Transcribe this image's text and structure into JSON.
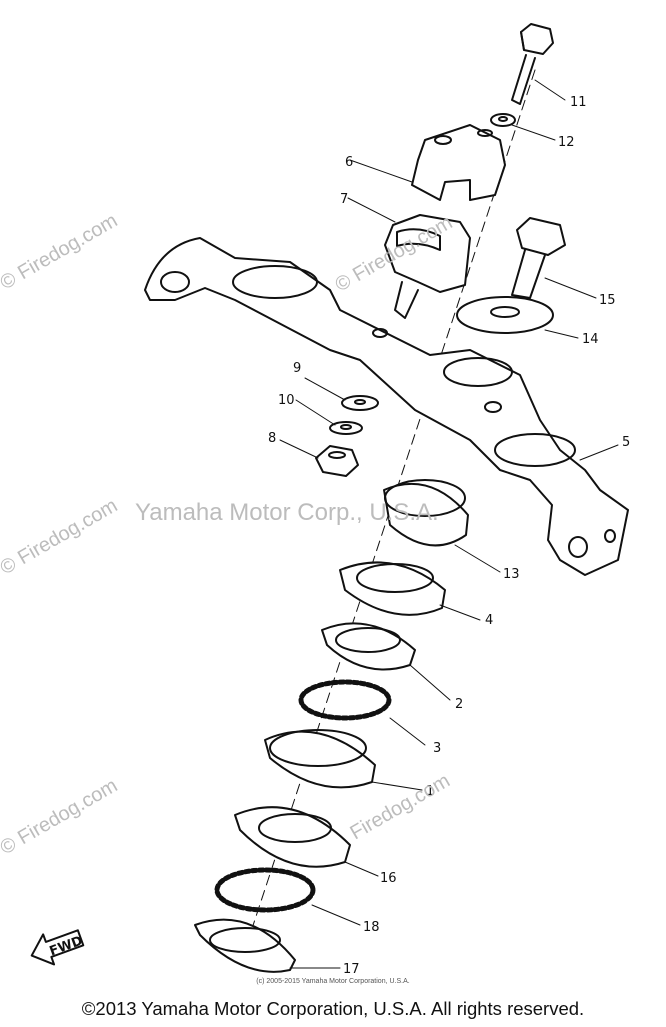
{
  "watermarks": {
    "main": "Yamaha Motor Corp., U.S.A.",
    "site_center": "© Firedog.com",
    "site_tiled": "© Firedog.com",
    "site_plain": "Firedog.com"
  },
  "fwd_label": "FWD",
  "callouts": [
    "11",
    "12",
    "6",
    "7",
    "15",
    "14",
    "9",
    "10",
    "8",
    "5",
    "13",
    "4",
    "2",
    "3",
    "1",
    "16",
    "18",
    "17"
  ],
  "small_copyright": "(c) 2005-2015 Yamaha Motor Corporation, U.S.A.",
  "footer": "©2013 Yamaha Motor Corporation, U.S.A. All rights reserved."
}
